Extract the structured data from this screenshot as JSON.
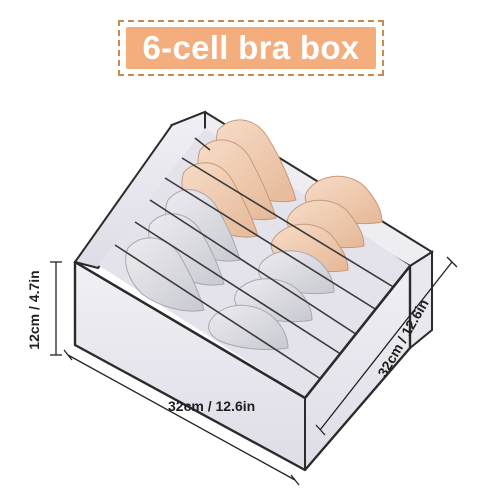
{
  "title": "6-cell bra box",
  "dimensions": {
    "height": "12cm / 4.7in",
    "width": "32cm / 12.6in",
    "depth": "32cm / 12.6in"
  },
  "colors": {
    "banner_fill": "#f4ad7c",
    "banner_border": "#c98a4a",
    "box_edge": "#2b2b2b",
    "box_fabric": "#e6e4ec",
    "cup_beige": "#f0cdb3",
    "cup_grey": "#dcdce2"
  }
}
